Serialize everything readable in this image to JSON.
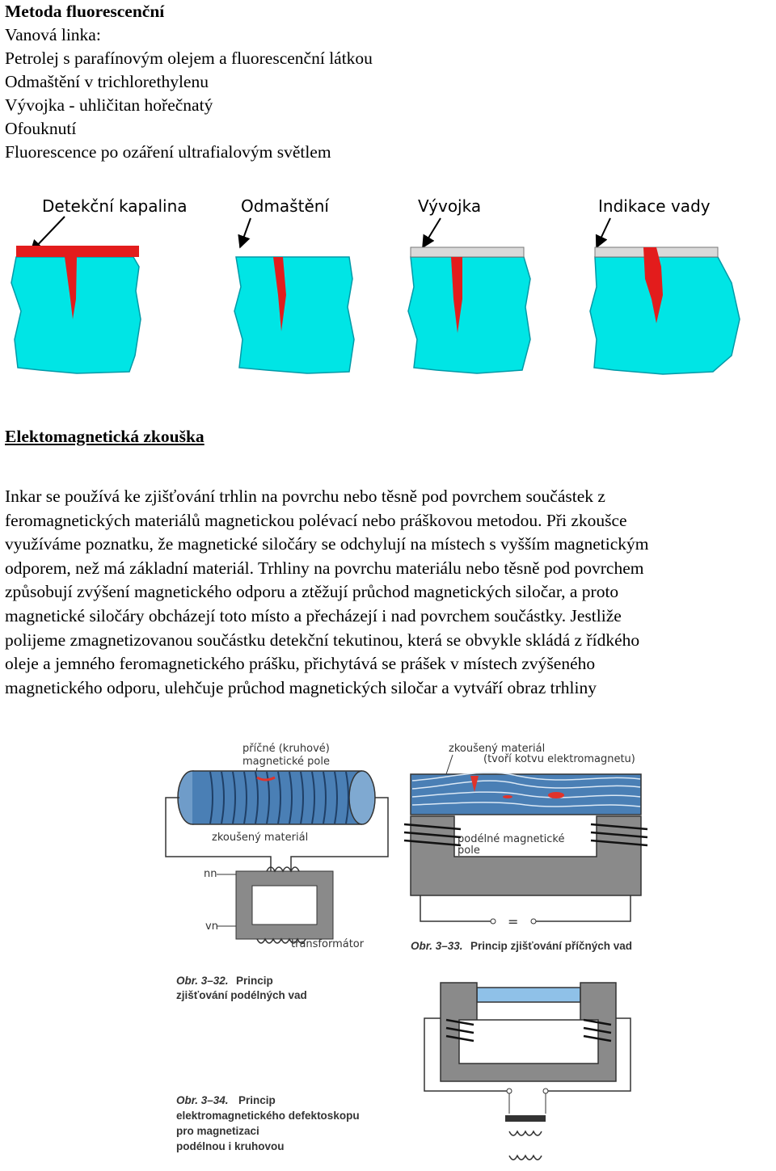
{
  "header": {
    "title": "Metoda fluorescenční",
    "lines": [
      "Vanová linka:",
      "Petrolej s parafínovým olejem a fluorescenční látkou",
      "Odmaštění v trichlorethylenu",
      "Vývojka - uhličitan hořečnatý",
      "Ofouknutí",
      "Fluorescence po ozáření ultrafialovým světlem"
    ]
  },
  "figure1": {
    "labels": [
      "Detekční kapalina",
      "Odmaštění",
      "Vývojka",
      "Indikace vady"
    ],
    "colors": {
      "part": "#00e5e5",
      "liquid": "#e31c1c",
      "developer": "#d9d9d9"
    }
  },
  "section": {
    "heading": "Elektomagnetická zkouška",
    "paragraph_lines": [
      "Inkar se používá ke zjišťování trhlin na povrchu nebo těsně pod povrchem součástek z",
      "feromagnetických materiálů magnetickou polévací nebo práškovou metodou. Při zkoušce",
      "využíváme poznatku, že magnetické siločáry se odchylují na místech s vyšším magnetickým",
      "odporem, než má základní materiál. Trhliny na povrchu materiálu nebo těsně pod povrchem",
      "způsobují zvýšení magnetického odporu a ztěžují průchod magnetických siločar, a proto",
      "magnetické siločáry obcházejí toto místo a přecházejí i nad povrchem součástky. Jestliže",
      "polijeme zmagnetizovanou součástku detekční tekutinou, která se obvykle skládá z řídkého",
      "oleje a jemného feromagnetického prášku, přichytává se prášek v místech zvýšeného",
      "magnetického odporu, ulehčuje průchod magnetických siločar a vytváří obraz trhliny"
    ]
  },
  "figure2": {
    "left": {
      "label_field": [
        "příčné (kruhové)",
        "magnetické pole"
      ],
      "label_material": "zkoušený materiál",
      "label_nn": "nn",
      "label_vn": "vn",
      "label_transformer": "transformátor",
      "caption_no": "Obr. 3–32.",
      "caption_lines": [
        "Princip",
        "zjišťování podélných vad"
      ]
    },
    "right": {
      "label_material": [
        "zkoušený materiál",
        "(tvoří kotvu elektromagnetu)"
      ],
      "label_field": [
        "podélné magnetické",
        "pole"
      ],
      "label_eq": "=",
      "caption_no": "Obr. 3–33.",
      "caption_text": "Princip zjišťování příčných vad"
    },
    "bottom": {
      "caption_no": "Obr. 3–34.",
      "caption_lines": [
        "Princip",
        "elektromagnetického defektoskopu",
        "pro magnetizaci",
        "podélnou i kruhovou"
      ]
    },
    "colors": {
      "blue": "#4a7fb5",
      "dark": "#333333",
      "gray": "#8a8a8a",
      "red": "#e0332b"
    }
  }
}
